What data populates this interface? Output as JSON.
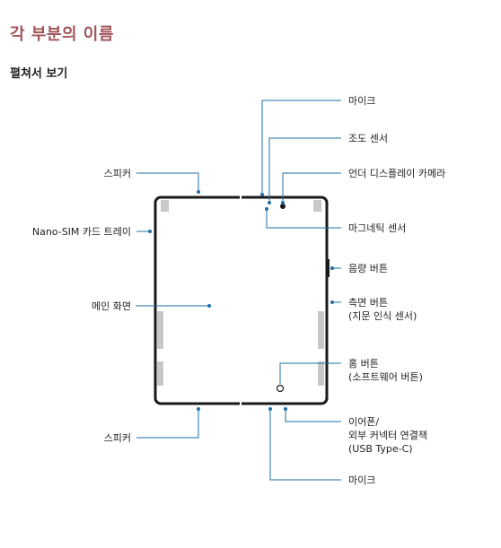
{
  "header": {
    "title": "각 부분의 이름",
    "subtitle": "펼쳐서 보기"
  },
  "labels": {
    "mic_top": "마이크",
    "light_sensor": "조도 센서",
    "udc": "언더 디스플레이 카메라",
    "speaker_top": "스피커",
    "nano_sim": "Nano-SIM 카드 트레이",
    "magnetic_sensor": "마그네틱 센서",
    "volume_button": "음량 버튼",
    "side_button": "측면 버튼",
    "side_button_sub": "(지문 인식 센서)",
    "main_screen": "메인 화면",
    "home_button": "홈 버튼",
    "home_button_sub": "(소프트웨어 버튼)",
    "speaker_bottom": "스피커",
    "earphone": "이어폰/",
    "earphone_sub": "외부 커넥터 연결잭",
    "earphone_sub2": "(USB Type-C)",
    "mic_bottom": "마이크"
  },
  "colors": {
    "accent": "#a0545a",
    "leader": "#1f6fa5",
    "device": "#1a1a1a",
    "hinge_mark": "#c8c8c8"
  }
}
